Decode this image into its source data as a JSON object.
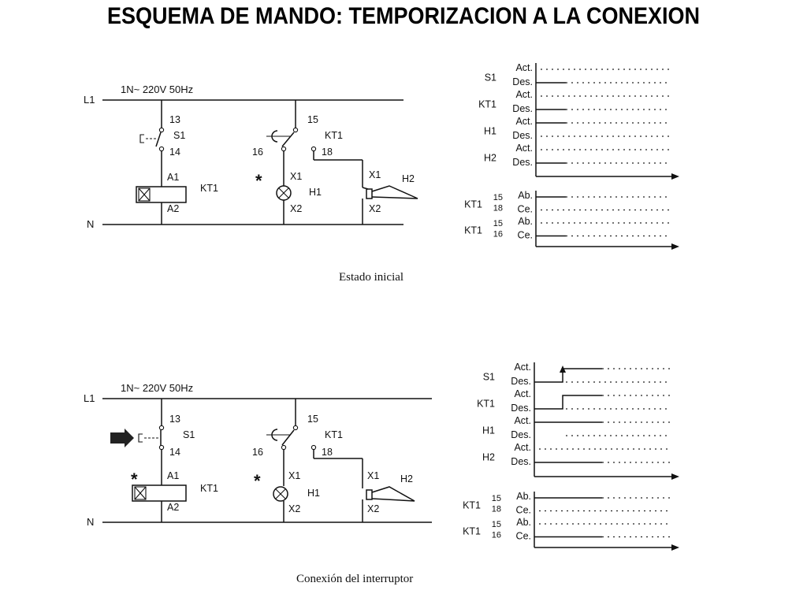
{
  "title": "ESQUEMA DE MANDO: TEMPORIZACION A LA CONEXION",
  "supply_label": "1N~ 220V 50Hz",
  "line_label": "L1",
  "neutral_label": "N",
  "s1": {
    "name": "S1",
    "top_terminal": "13",
    "bottom_terminal": "14"
  },
  "kt1_coil": {
    "name": "KT1",
    "top_terminal": "A1",
    "bottom_terminal": "A2"
  },
  "kt1_contact": {
    "name": "KT1",
    "common": "15",
    "nc": "16",
    "no": "18"
  },
  "h1": {
    "name": "H1",
    "top_terminal": "X1",
    "bottom_terminal": "X2"
  },
  "h2": {
    "name": "H2",
    "top_terminal": "X1",
    "bottom_terminal": "X2"
  },
  "panels": [
    {
      "caption": "Estado inicial",
      "timing_upper": [
        {
          "name": "S1",
          "act": "Act.",
          "des": "Des."
        },
        {
          "name": "KT1",
          "act": "Act.",
          "des": "Des."
        },
        {
          "name": "H1",
          "act": "Act.",
          "des": "Des."
        },
        {
          "name": "H2",
          "act": "Act.",
          "des": "Des."
        }
      ],
      "timing_lower": [
        {
          "name": "KT1",
          "n1": "15",
          "n2": "18",
          "s1": "Ab.",
          "s2": "Ce."
        },
        {
          "name": "KT1",
          "n1": "15",
          "n2": "16",
          "s1": "Ab.",
          "s2": "Ce."
        }
      ]
    },
    {
      "caption": "Conexión del interruptor",
      "timing_upper": [
        {
          "name": "S1",
          "act": "Act.",
          "des": "Des."
        },
        {
          "name": "KT1",
          "act": "Act.",
          "des": "Des."
        },
        {
          "name": "H1",
          "act": "Act.",
          "des": "Des."
        },
        {
          "name": "H2",
          "act": "Act.",
          "des": "Des."
        }
      ],
      "timing_lower": [
        {
          "name": "KT1",
          "n1": "15",
          "n2": "18",
          "s1": "Ab.",
          "s2": "Ce."
        },
        {
          "name": "KT1",
          "n1": "15",
          "n2": "16",
          "s1": "Ab.",
          "s2": "Ce."
        }
      ]
    }
  ]
}
